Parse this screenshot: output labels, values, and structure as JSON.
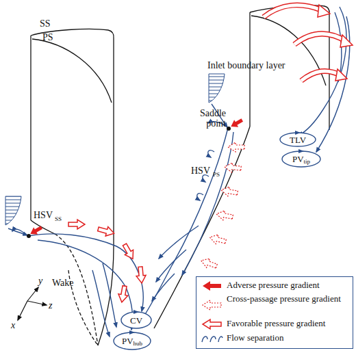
{
  "diagram": {
    "nodes": [
      {
        "text": [
          "TLV"
        ]
      },
      {
        "text": [
          "PV",
          "tip"
        ]
      },
      {
        "text": [
          "CV"
        ]
      },
      {
        "text": [
          "PV",
          "hub"
        ]
      }
    ],
    "labels": [
      "SS",
      "PS",
      "Inlet boundary layer",
      "Saddle point",
      "HSV",
      "PS",
      "HSV",
      "SS",
      "y",
      "Wake",
      "z",
      "x"
    ],
    "legend": [
      {
        "text": "Adverse pressure gradient"
      },
      {
        "text": "Cross-passage pressure gradient"
      },
      {
        "text": "Favorable pressure gradient"
      },
      {
        "text": "Flow separation"
      }
    ]
  }
}
